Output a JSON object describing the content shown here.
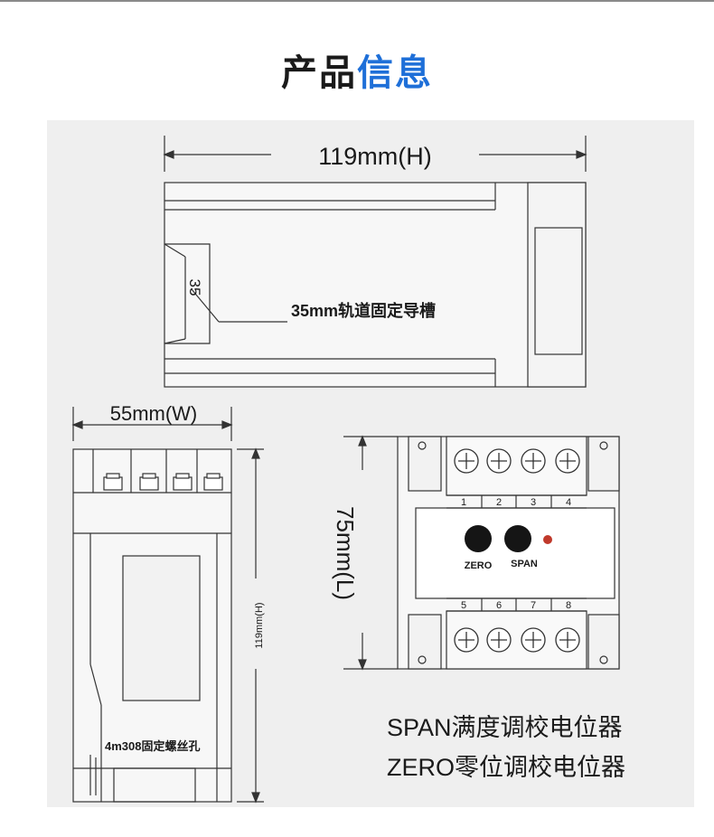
{
  "header": {
    "title_part1": "产品",
    "title_part2": "信息",
    "accent_color": "#1e6fd8"
  },
  "top_view": {
    "dimension_label": "119mm(H)",
    "slot_number": "35",
    "rail_label": "35mm轨道固定导槽"
  },
  "side_view": {
    "width_label": "55mm(W)",
    "height_label": "119mm(H)",
    "screw_label": "4m308固定螺丝孔"
  },
  "front_view": {
    "length_label": "75mm(L)",
    "terminals_top": [
      "1",
      "2",
      "3",
      "4"
    ],
    "terminals_bottom": [
      "5",
      "6",
      "7",
      "8"
    ],
    "zero_label": "ZERO",
    "span_label": "SPAN",
    "led_color": "#c0392b"
  },
  "legend": {
    "span_text": "SPAN满度调校电位器",
    "zero_text": "ZERO零位调校电位器"
  }
}
